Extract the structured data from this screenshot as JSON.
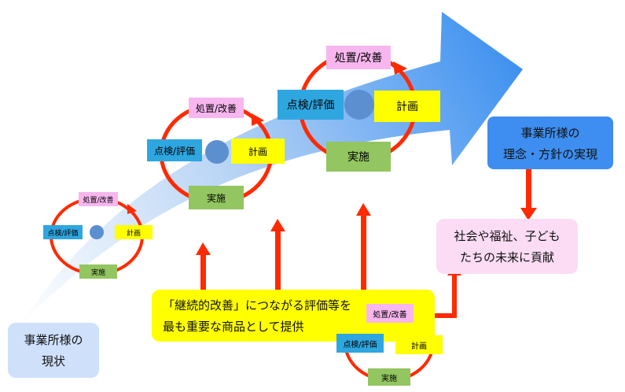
{
  "cycle": {
    "plan": "計画",
    "do": "実施",
    "check": "点検/評価",
    "act": "処置/改善"
  },
  "current_state": {
    "line1": "事業所様の",
    "line2": "現状"
  },
  "goal": {
    "line1": "事業所様の",
    "line2": "理念・方針の実現"
  },
  "contribution": {
    "line1": "社会や福祉、子ども",
    "line2": "たちの未来に貢献"
  },
  "offer": {
    "line1": "「継続的改善」につながる評価等を",
    "line2": "最も重要な商品として提供"
  },
  "colors": {
    "arrow_tip": "#3a8ff0",
    "cycle_red": "#ff2a00",
    "act_pink": "#f7b6ee",
    "check_blue": "#2ea6e0",
    "plan_yellow": "#ffff00",
    "do_green": "#93c560",
    "hub_circle": "#5b8fcf",
    "goal_box": "#3d8ef0",
    "current_box": "#cfe0fb",
    "contribution_box": "#fbdcf4",
    "offer_box": "#ffff00"
  }
}
